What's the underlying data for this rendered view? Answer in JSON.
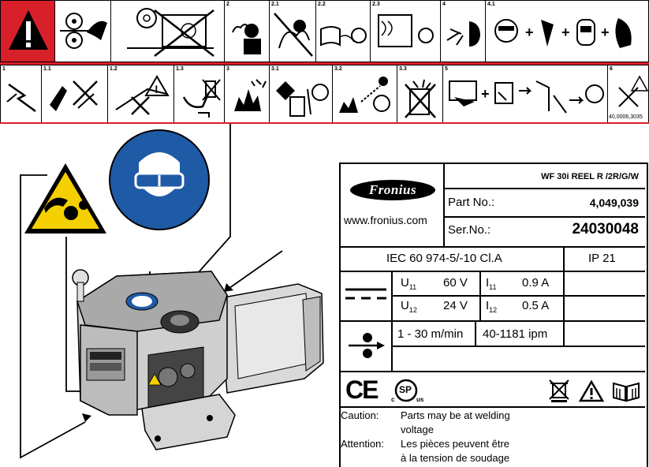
{
  "colors": {
    "warning_red": "#d8202a",
    "mandatory_blue": "#1f5aa6",
    "warning_yellow": "#f5d000",
    "black": "#000000"
  },
  "top_row": {
    "cells": [
      {
        "num": "",
        "icon": "general-warning-icon"
      },
      {
        "num": "",
        "icon": "drive-rolls-crush-icon"
      },
      {
        "num": "",
        "icon": "do-not-operate-open-icon"
      },
      {
        "num": "2",
        "icon": "fumes-inhalation-icon"
      },
      {
        "num": "2.1",
        "icon": "no-fumes-icon"
      },
      {
        "num": "2.2",
        "icon": "fume-extraction-icon"
      },
      {
        "num": "2.3",
        "icon": "ventilation-icon"
      },
      {
        "num": "4",
        "icon": "arc-rays-icon"
      },
      {
        "num": "4.1",
        "icon": "protective-equipment-icon"
      }
    ]
  },
  "second_row": {
    "cells": [
      {
        "num": "1",
        "icon": "electric-shock-icon"
      },
      {
        "num": "1.1",
        "icon": "insulating-gloves-icon"
      },
      {
        "num": "1.2",
        "icon": "insulate-workpiece-icon"
      },
      {
        "num": "1.3",
        "icon": "disconnect-power-icon"
      },
      {
        "num": "3",
        "icon": "sparks-fire-icon"
      },
      {
        "num": "3.1",
        "icon": "remove-flammables-icon"
      },
      {
        "num": "3.2",
        "icon": "fire-watch-icon"
      },
      {
        "num": "3.3",
        "icon": "no-welding-containers-icon"
      },
      {
        "num": "5",
        "icon": "read-manual-icon"
      },
      {
        "num": "6",
        "icon": "no-modify-icon"
      }
    ],
    "corner_code": "40,0006,3035"
  },
  "nameplate": {
    "brand": "Fronius",
    "website": "www.fronius.com",
    "model": "WF 30i REEL R /2R/G/W",
    "part_label": "Part No.:",
    "part_value": "4,049,039",
    "serial_label": "Ser.No.:",
    "serial_value": "24030048",
    "standard": "IEC 60 974-5/-10 Cl.A",
    "ip_rating": "IP 21",
    "u11_label": "U",
    "u11_sub": "11",
    "u11_value": "60 V",
    "i11_label": "I",
    "i11_sub": "11",
    "i11_value": "0.9 A",
    "u12_label": "U",
    "u12_sub": "12",
    "u12_value": "24 V",
    "i12_label": "I",
    "i12_sub": "12",
    "i12_value": "0.5 A",
    "speed_metric": "1 - 30 m/min",
    "speed_imperial": "40-1181 ipm",
    "ce_mark": "CE",
    "csa_mark": "SP",
    "csa_c": "c",
    "csa_us": "us",
    "caution_label": "Caution:",
    "caution_text_1": "Parts may be at welding",
    "caution_text_2": "voltage",
    "attention_label": "Attention:",
    "attention_text_1": "Les pièces peuvent être",
    "attention_text_2": "à la tension de soudage"
  }
}
